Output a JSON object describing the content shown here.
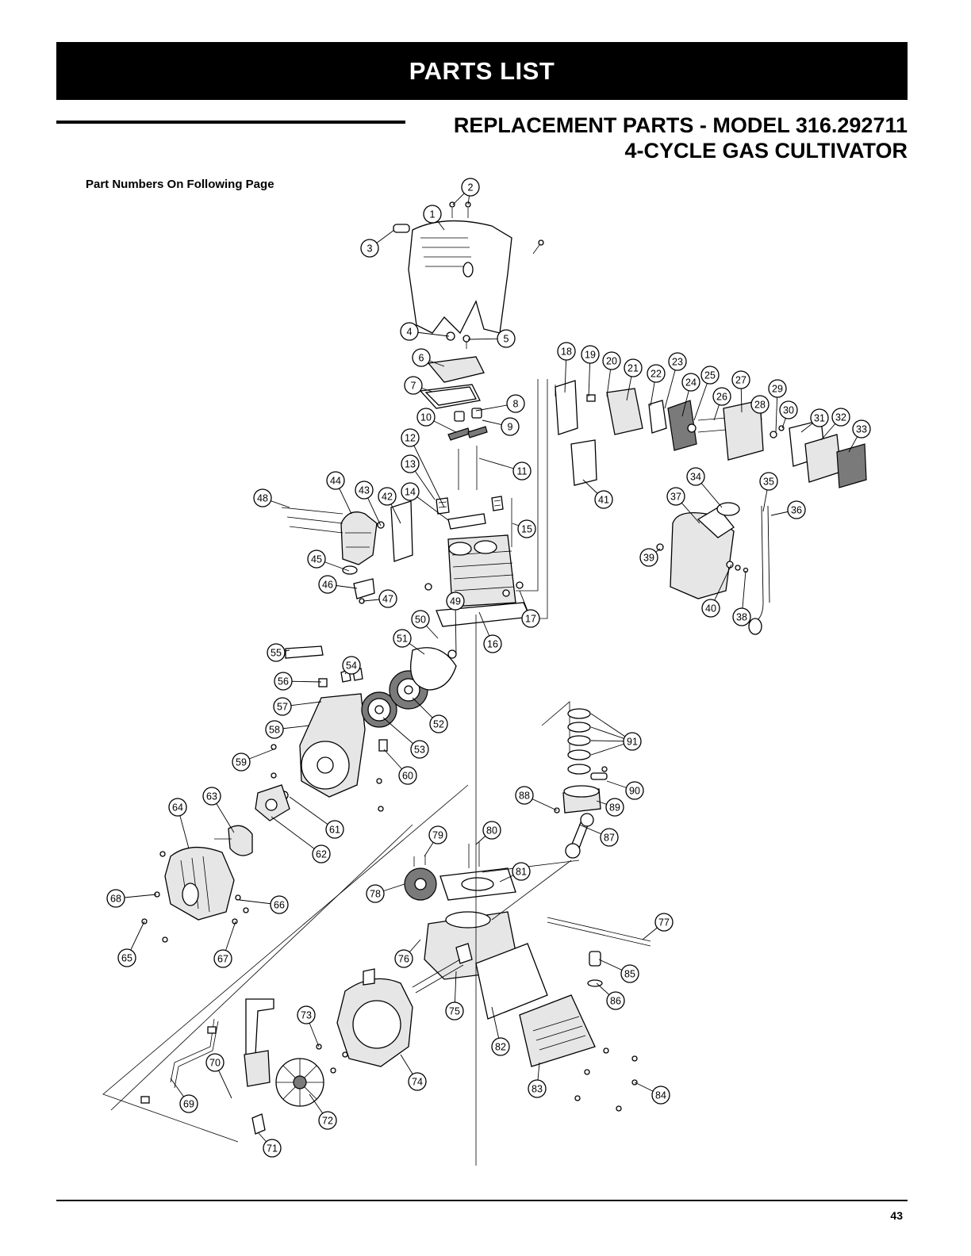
{
  "header": {
    "title": "PARTS LIST"
  },
  "title": {
    "line1": "REPLACEMENT PARTS - MODEL 316.292711",
    "line2": "4-CYCLE GAS CULTIVATOR"
  },
  "note": "Part Numbers On Following Page",
  "callouts": [
    "1",
    "2",
    "3",
    "4",
    "5",
    "6",
    "7",
    "8",
    "9",
    "10",
    "11",
    "12",
    "13",
    "14",
    "15",
    "16",
    "17",
    "18",
    "19",
    "20",
    "21",
    "22",
    "23",
    "24",
    "25",
    "26",
    "27",
    "28",
    "29",
    "30",
    "31",
    "32",
    "33",
    "34",
    "35",
    "36",
    "37",
    "38",
    "39",
    "40",
    "41",
    "42",
    "43",
    "44",
    "45",
    "46",
    "47",
    "48",
    "49",
    "50",
    "51",
    "52",
    "53",
    "54",
    "55",
    "56",
    "57",
    "58",
    "59",
    "60",
    "61",
    "62",
    "63",
    "64",
    "65",
    "66",
    "67",
    "68",
    "69",
    "70",
    "71",
    "72",
    "73",
    "74",
    "75",
    "76",
    "77",
    "78",
    "79",
    "80",
    "81",
    "82",
    "83",
    "84",
    "85",
    "86",
    "87",
    "88",
    "89",
    "90",
    "91"
  ],
  "footer": {
    "page_number": "43"
  }
}
